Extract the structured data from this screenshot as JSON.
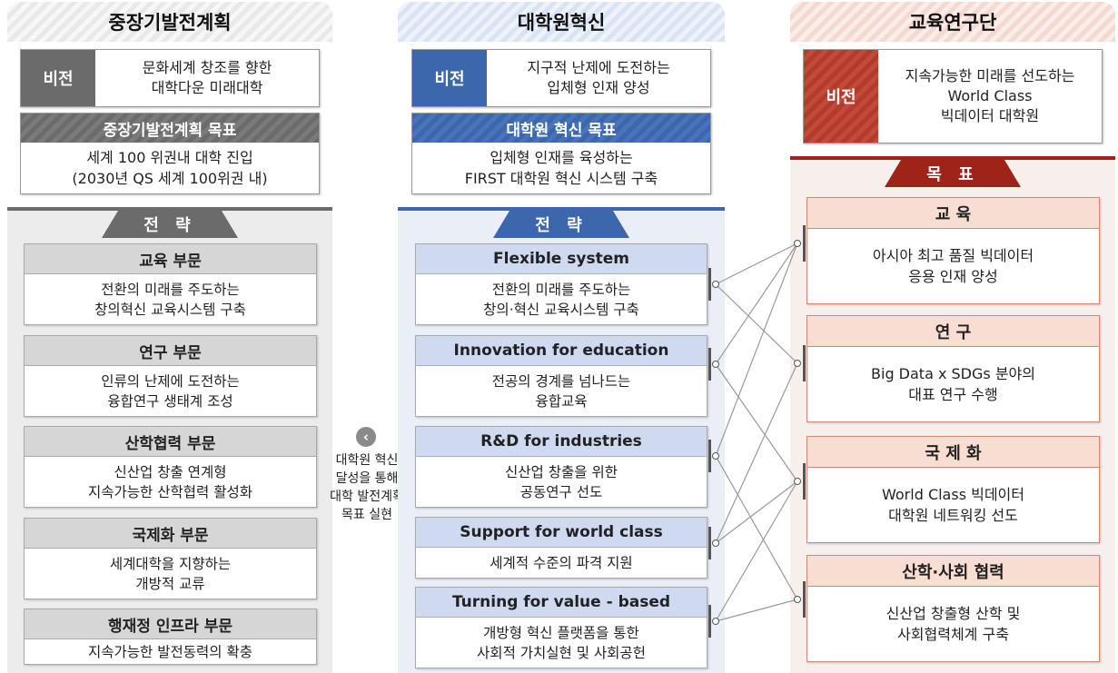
{
  "left": {
    "title": "중장기발전계획",
    "vision": {
      "tag": "비전",
      "line1": "문화세계 창조를 향한",
      "line2": "대학다운 미래대학"
    },
    "goal": {
      "head": "중장기발전계획 목표",
      "line1": "세계 100 위권내 대학 진입",
      "line2": "(2030년 QS 세계 100위권 내)"
    },
    "strategy_tab": "전 략",
    "items": [
      {
        "title": "교육 부문",
        "line1": "전환의 미래를 주도하는",
        "line2": "창의혁신 교육시스템 구축"
      },
      {
        "title": "연구 부문",
        "line1": "인류의 난제에 도전하는",
        "line2": "융합연구 생태계 조성"
      },
      {
        "title": "산학협력 부문",
        "line1": "신산업 창출 연계형",
        "line2": "지속가능한 산학협력 활성화"
      },
      {
        "title": "국제화 부문",
        "line1": "세계대학을 지향하는",
        "line2": "개방적 교류"
      },
      {
        "title": "행재정 인프라 부문",
        "line1": "지속가능한 발전동력의 확충",
        "line2": ""
      }
    ]
  },
  "middle_note": {
    "icon": "chevron-left-icon",
    "line1": "대학원 혁신",
    "line2": "달성을 통해",
    "line3": "대학 발전계획",
    "line4": "목표 실현"
  },
  "center": {
    "title": "대학원혁신",
    "vision": {
      "tag": "비전",
      "line1": "지구적 난제에 도전하는",
      "line2": "입체형 인재 양성"
    },
    "goal": {
      "head": "대학원 혁신 목표",
      "line1": "입체형 인재를 육성하는",
      "line2": "FIRST 대학원 혁신 시스템 구축"
    },
    "strategy_tab": "전 략",
    "items": [
      {
        "title": "Flexible system",
        "line1": "전환의 미래를 주도하는",
        "line2": "창의·혁신 교육시스템 구축"
      },
      {
        "title": "Innovation for education",
        "line1": "전공의 경계를 넘나드는",
        "line2": "융합교육"
      },
      {
        "title": "R&D for industries",
        "line1": "신산업 창출을 위한",
        "line2": "공동연구 선도"
      },
      {
        "title": "Support for world class",
        "line1": "세계적 수준의 파격 지원",
        "line2": ""
      },
      {
        "title": "Turning for value - based",
        "line1": "개방형 혁신 플랫폼을 통한",
        "line2": "사회적 가치실현 및 사회공헌"
      }
    ]
  },
  "right": {
    "title": "교육연구단",
    "vision": {
      "tag": "비전",
      "line1": "지속가능한 미래를 선도하는",
      "line2": "World Class",
      "line3": "빅데이터 대학원"
    },
    "goal_tab": "목 표",
    "items": [
      {
        "title": "교 육",
        "line1": "아시아 최고 품질 빅데이터",
        "line2": "응용 인재 양성"
      },
      {
        "title": "연 구",
        "line1": "Big Data x SDGs 분야의",
        "line2": "대표 연구 수행"
      },
      {
        "title": "국 제 화",
        "line1": "World Class 빅데이터",
        "line2": "대학원 네트워킹 선도"
      },
      {
        "title": "산학·사회 협력",
        "line1": "신산업 창출형 산학 및",
        "line2": "사회협력체계 구축"
      }
    ]
  },
  "colors": {
    "gray": "#6b6b6b",
    "blue": "#3d67ad",
    "red": "#b43a2c",
    "connector": "#9a9a9a"
  }
}
